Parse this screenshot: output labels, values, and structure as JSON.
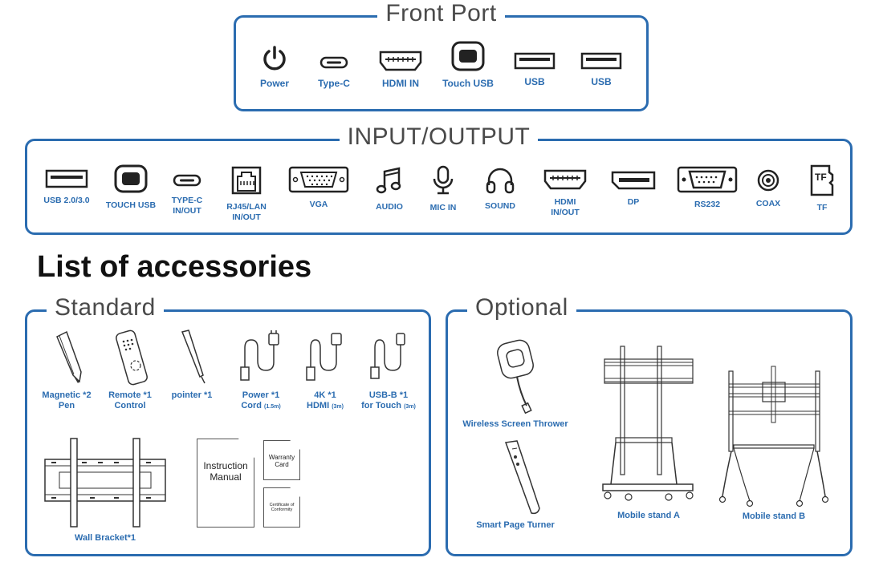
{
  "front_port": {
    "title": "Front Port",
    "ports": [
      {
        "label": "Power",
        "icon": "power-icon"
      },
      {
        "label": "Type-C",
        "icon": "usb-c-icon"
      },
      {
        "label": "HDMI IN",
        "icon": "hdmi-icon"
      },
      {
        "label": "Touch USB",
        "icon": "usb-b-icon"
      },
      {
        "label": "USB",
        "icon": "usb-a-icon"
      },
      {
        "label": "USB",
        "icon": "usb-a-icon"
      }
    ]
  },
  "input_output": {
    "title": "INPUT/OUTPUT",
    "ports": [
      {
        "label": "USB 2.0/3.0",
        "icon": "usb-a-icon"
      },
      {
        "label": "TOUCH USB",
        "icon": "usb-b-icon"
      },
      {
        "label": "TYPE-C\nIN/OUT",
        "icon": "usb-c-icon"
      },
      {
        "label": "RJ45/LAN\nIN/OUT",
        "icon": "rj45-icon"
      },
      {
        "label": "VGA",
        "icon": "vga-icon"
      },
      {
        "label": "AUDIO",
        "icon": "music-note-icon"
      },
      {
        "label": "MIC IN",
        "icon": "microphone-icon"
      },
      {
        "label": "SOUND",
        "icon": "headphones-icon"
      },
      {
        "label": "HDMI\nIN/OUT",
        "icon": "hdmi-icon"
      },
      {
        "label": "DP",
        "icon": "displayport-icon"
      },
      {
        "label": "RS232",
        "icon": "rs232-icon"
      },
      {
        "label": "COAX",
        "icon": "coax-icon"
      },
      {
        "label": "TF",
        "icon": "tf-card-icon"
      }
    ]
  },
  "heading": "List of accessories",
  "standard": {
    "title": "Standard",
    "items": [
      {
        "name": "Magnetic",
        "name2": "Pen",
        "qty": "*2"
      },
      {
        "name": "Remote",
        "name2": "Control",
        "qty": "*1"
      },
      {
        "name": "pointer",
        "qty": "*1"
      },
      {
        "name": "Power",
        "name2": "Cord",
        "note": "(1.5m)",
        "qty": "*1"
      },
      {
        "name": "4K",
        "name2": "HDMI",
        "note": "(3m)",
        "qty": "*1"
      },
      {
        "name": "USB-B",
        "name2": "for Touch",
        "note": "(3m)",
        "qty": "*1"
      }
    ],
    "wall_bracket": "Wall Bracket*1",
    "instruction_manual": "Instruction Manual",
    "warranty_card": "Warranty Card",
    "certificate": "Certificate of Conformity"
  },
  "optional": {
    "title": "Optional",
    "items": [
      {
        "label": "Wireless Screen Thrower"
      },
      {
        "label": "Smart Page Turner"
      },
      {
        "label": "Mobile stand A"
      },
      {
        "label": "Mobile stand B"
      }
    ]
  },
  "colors": {
    "accent": "#2b6cb0",
    "heading": "#111111",
    "frame_title": "#4a4a4a"
  }
}
